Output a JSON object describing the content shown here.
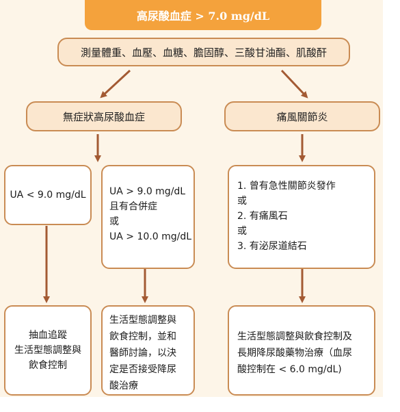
{
  "title": "高尿酸血症 > 7.0 mg/dL",
  "risk_factors": "測量體重、血壓、血糖、膽固醇、三酸甘油酯、肌酸酐",
  "categories": {
    "asymptomatic": "無症狀高尿酸血症",
    "gout": "痛風關節炎"
  },
  "conditions": {
    "low": [
      "UA < 9.0 mg/dL"
    ],
    "high": [
      "UA > 9.0 mg/dL",
      "且有合併症",
      "或",
      "UA > 10.0 mg/dL"
    ],
    "gout": [
      "1. 曾有急性關節炎發作",
      "或",
      "2. 有痛風石",
      "或",
      "3. 有泌尿道結石"
    ]
  },
  "actions": {
    "low": [
      "抽血追蹤",
      "生活型態調整與",
      "飲食控制"
    ],
    "high": [
      "生活型態調整與",
      "飲食控制，並和",
      "醫師討論，以決",
      "定是否接受降尿",
      "酸治療"
    ],
    "gout": [
      "生活型態調整與飲食控制及",
      "長期降尿酸藥物治療（血尿",
      "酸控制在 < 6.0 mg/dL)"
    ]
  },
  "colors": {
    "title_fill": "#f4a23c",
    "category_fill": "#fbe7cf",
    "border": "#c98b53",
    "arrow": "#a35a33",
    "background": "#fdf5e8"
  }
}
